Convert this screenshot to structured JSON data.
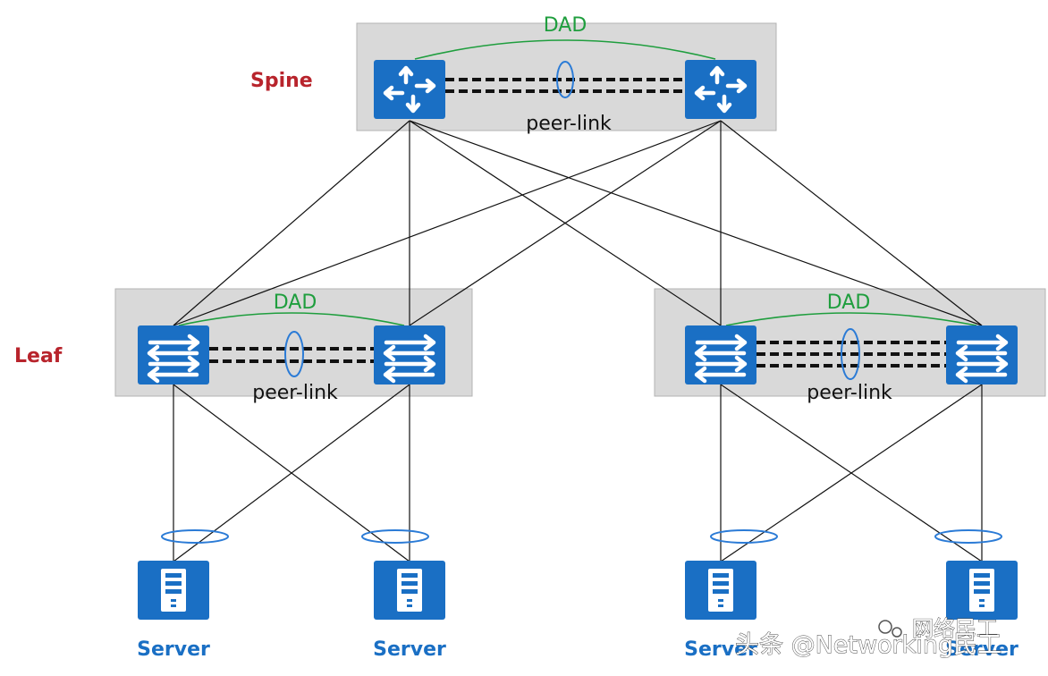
{
  "tiers": {
    "spine": "Spine",
    "leaf": "Leaf"
  },
  "groups": {
    "spine": {
      "dad": "DAD",
      "peer_link": "peer-link"
    },
    "leaf_left": {
      "dad": "DAD",
      "peer_link": "peer-link"
    },
    "leaf_right": {
      "dad": "DAD",
      "peer_link": "peer-link"
    }
  },
  "servers": [
    "Server",
    "Server",
    "Server",
    "Server"
  ],
  "watermark": {
    "text": "头条 @Networking民工",
    "logo_text": "网络民工"
  },
  "colors": {
    "device": "#1a6fc4",
    "group_box": "#d9d9d9",
    "dad": "#1f9e3e",
    "tier_label": "#b8242c",
    "server_label": "#1a6fc4",
    "lag_ring": "#2b7bd6"
  },
  "icons": {
    "spine_device": "router-icon",
    "leaf_device": "switch-icon",
    "server_device": "server-icon"
  }
}
